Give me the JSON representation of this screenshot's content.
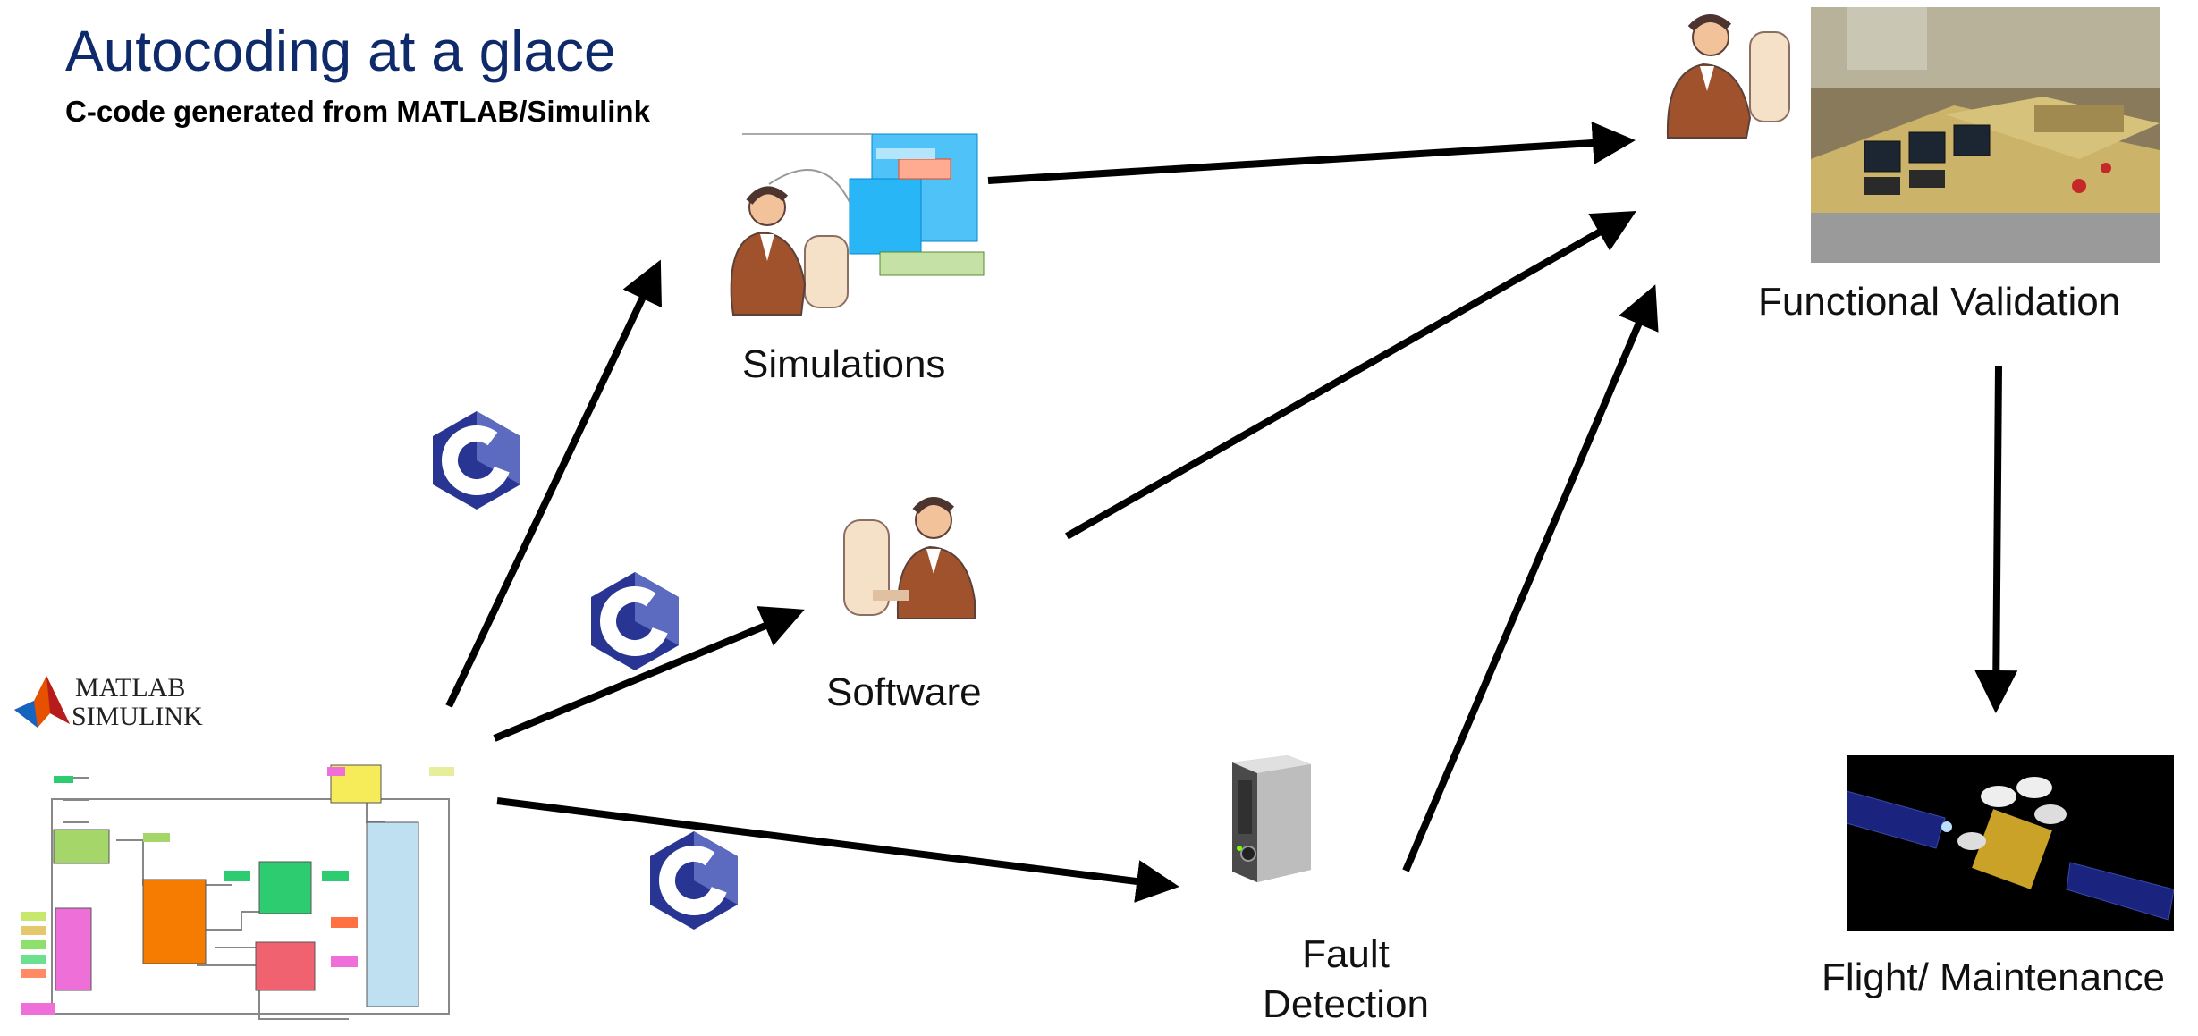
{
  "header": {
    "title": "Autocoding at a glace",
    "subtitle": "C-code generated from MATLAB/Simulink"
  },
  "nodes": {
    "matlab": {
      "logo_text": [
        "MATLAB",
        "SIMULINK"
      ]
    },
    "simulations": {
      "label": "Simulations"
    },
    "software": {
      "label": "Software"
    },
    "fault_detection": {
      "label_line1": "Fault",
      "label_line2": "Detection"
    },
    "functional_validation": {
      "label": "Functional Validation"
    },
    "flight": {
      "label": "Flight/ Maintenance"
    }
  },
  "colors": {
    "title": "#0f2a6b",
    "c_logo_dark": "#283593",
    "c_logo_light": "#5c6bc0",
    "arrow": "#000000"
  },
  "icons": [
    "c-language-icon",
    "matlab-logo",
    "person-at-computer-icon",
    "server-tower-icon",
    "satellite-icon"
  ]
}
